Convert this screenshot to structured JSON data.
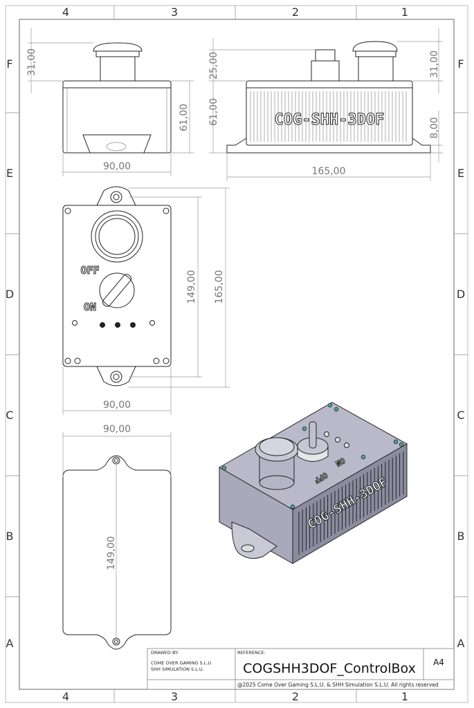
{
  "sheet": {
    "columns": [
      "4",
      "3",
      "2",
      "1"
    ],
    "rows": [
      "F",
      "E",
      "D",
      "C",
      "B",
      "A"
    ]
  },
  "views": {
    "front": {
      "dims": {
        "button_height": "31,00",
        "body_height": "61,00",
        "width": "90,00"
      }
    },
    "side": {
      "label": "COG-SHH-3DOF",
      "dims": {
        "connector_height": "25,00",
        "body_height": "61,00",
        "button_height": "31,00",
        "flange_height": "8,00",
        "length": "165,00"
      }
    },
    "top": {
      "switch_off": "OFF",
      "switch_on": "ON",
      "dims": {
        "hole_spacing": "149,00",
        "length": "165,00",
        "width": "90,00"
      }
    },
    "bottom": {
      "dims": {
        "width": "90,00",
        "hole_spacing": "149,00"
      }
    },
    "iso": {
      "label": "COG-SHH-3DOF",
      "switch_off": "OFF",
      "switch_on": "ON"
    }
  },
  "title_block": {
    "drawn_by_label": "DRAWED BY:",
    "drawn_by_line1": "COME OVER GAMING S.L.U",
    "drawn_by_line2": "SHH SIMULATION S.L.U.",
    "reference_label": "REFERENCE:",
    "reference": "COGSHH3DOF_ControlBox",
    "sheet_size": "A4",
    "copyright": "@2025 Come Over Gaming S.L.U. & SHH Simulation S.L.U. All rights reserved"
  }
}
